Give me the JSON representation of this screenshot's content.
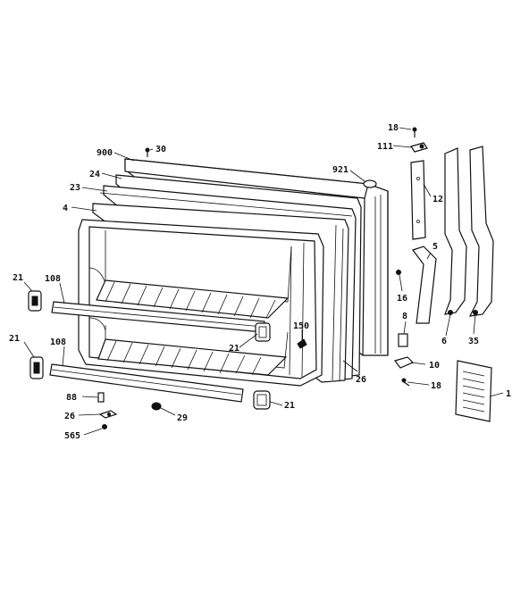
{
  "callouts": [
    {
      "id": "c-900",
      "text": "900"
    },
    {
      "id": "c-30",
      "text": "30"
    },
    {
      "id": "c-24",
      "text": "24"
    },
    {
      "id": "c-23",
      "text": "23"
    },
    {
      "id": "c-4",
      "text": "4"
    },
    {
      "id": "c-921",
      "text": "921"
    },
    {
      "id": "c-18a",
      "text": "18"
    },
    {
      "id": "c-111",
      "text": "111"
    },
    {
      "id": "c-12",
      "text": "12"
    },
    {
      "id": "c-5",
      "text": "5"
    },
    {
      "id": "c-16",
      "text": "16"
    },
    {
      "id": "c-8",
      "text": "8"
    },
    {
      "id": "c-6",
      "text": "6"
    },
    {
      "id": "c-35",
      "text": "35"
    },
    {
      "id": "c-10",
      "text": "10"
    },
    {
      "id": "c-18b",
      "text": "18"
    },
    {
      "id": "c-1",
      "text": "1"
    },
    {
      "id": "c-21a",
      "text": "21"
    },
    {
      "id": "c-108a",
      "text": "108"
    },
    {
      "id": "c-150",
      "text": "150"
    },
    {
      "id": "c-21b",
      "text": "21"
    },
    {
      "id": "c-21c",
      "text": "21"
    },
    {
      "id": "c-108b",
      "text": "108"
    },
    {
      "id": "c-26a",
      "text": "26"
    },
    {
      "id": "c-88",
      "text": "88"
    },
    {
      "id": "c-26b",
      "text": "26"
    },
    {
      "id": "c-29",
      "text": "29"
    },
    {
      "id": "c-21d",
      "text": "21"
    },
    {
      "id": "c-565",
      "text": "565"
    }
  ]
}
